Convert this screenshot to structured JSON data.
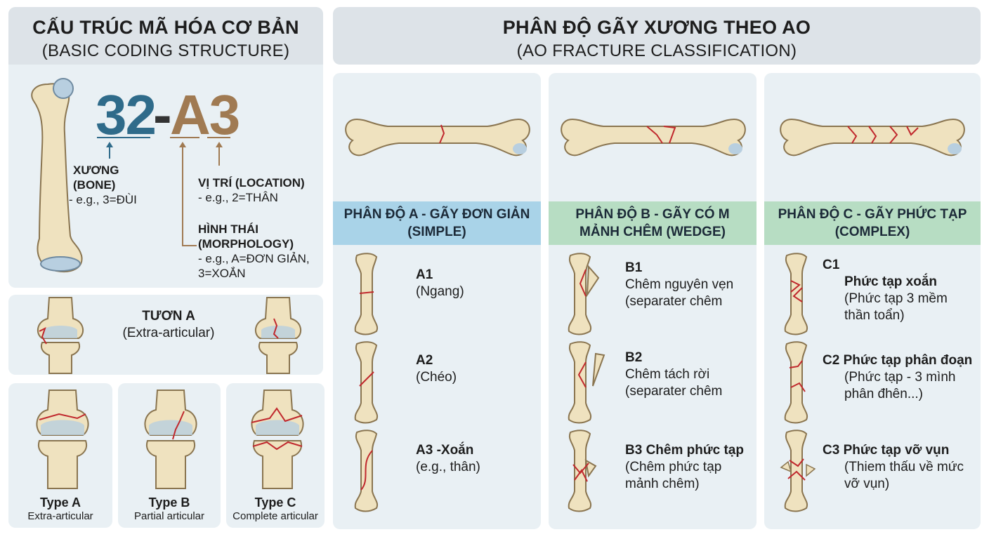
{
  "left_header": {
    "line1": "CẤU TRÚC MÃ HÓA CƠ BẢN",
    "line2": "(BASIC CODING STRUCTURE)"
  },
  "code": {
    "bone_part": "32",
    "dash": "-",
    "morph_part": "A3"
  },
  "bone_label": {
    "title1": "XƯƠNG",
    "title2": "(BONE)",
    "example": "- e.g., 3=ĐÙI"
  },
  "location_label": {
    "title": "VỊ TRÍ (LOCATION)",
    "example": "- e.g., 2=THÂN"
  },
  "morphology_label": {
    "title1": "HÌNH THÁI",
    "title2": "(MORPHOLOGY)",
    "example1": "- e.g., A=ĐƠN GIẢN,",
    "example2": "3=XOẮN"
  },
  "type_a_panel": {
    "title": "TƯƠN A",
    "subtitle": "(Extra-articular)"
  },
  "knee_types": [
    {
      "title": "Type A",
      "subtitle": "Extra-articular"
    },
    {
      "title": "Type B",
      "subtitle": "Partial articular"
    },
    {
      "title": "Type C",
      "subtitle": "Complete articular"
    }
  ],
  "right_header": {
    "line1": "PHÂN ĐỘ GÃY XƯƠNG THEO AO",
    "line2": "(AO FRACTURE CLASSIFICATION)"
  },
  "columns": [
    {
      "head1": "PHÂN ĐỘ A - GÃY ĐƠN GIẢN",
      "head2": "(SIMPLE)",
      "color": "#a9d3e8",
      "items": [
        {
          "code": "A1",
          "line1": "(Ngang)",
          "line2": ""
        },
        {
          "code": "A2",
          "line1": "(Chéo)",
          "line2": ""
        },
        {
          "code": "A3 -Xoắn",
          "line1": "(e.g., thân)",
          "line2": ""
        }
      ]
    },
    {
      "head1": "PHÂN ĐỘ B - GÃY CÓ M",
      "head2": "MẢNH CHÊM (WEDGE)",
      "color": "#b7ddc3",
      "items": [
        {
          "code": "B1",
          "line1": "Chêm nguyên vẹn",
          "line2": "(separater chêm"
        },
        {
          "code": "B2",
          "line1": "Chêm tách rời",
          "line2": "(separater chêm"
        },
        {
          "code": "B3 Chêm phức tạp",
          "line1": "(Chêm phức tạp",
          "line2": "mảnh chêm)"
        }
      ]
    },
    {
      "head1": "PHÂN ĐỘ C - GÃY PHỨC TẠP",
      "head2": "(COMPLEX)",
      "color": "#b7ddc3",
      "items": [
        {
          "code": "C1",
          "line0": "Phức tạp xoắn",
          "line1": "(Phức tạp 3 mềm",
          "line2": "thần toẩn)"
        },
        {
          "code": "C2 Phức tạp phân đoạn",
          "line1": "(Phức tạp - 3 mình",
          "line2": "phân đhên...)"
        },
        {
          "code": "C3  Phức tạp vỡ vụn",
          "line1": "(Thiem thấu về mức",
          "line2": "vỡ vụn)"
        }
      ]
    }
  ],
  "colors": {
    "bone_code": "#2f6b8a",
    "morph_code": "#a07a52",
    "fracture": "#c0282d",
    "bone": "#efe2bf",
    "cartilage": "#b8cfe0"
  }
}
